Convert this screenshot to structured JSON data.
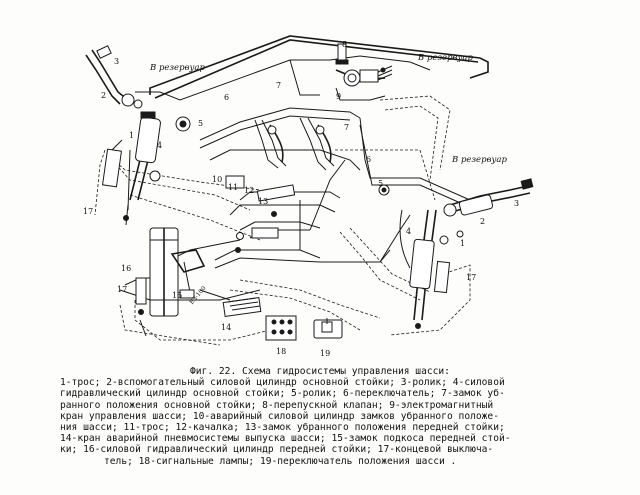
{
  "diagram": {
    "reservoir_labels": [
      "В резервуар",
      "В резервуар",
      "В резервуар"
    ],
    "callouts": [
      "1",
      "2",
      "3",
      "4",
      "5",
      "6",
      "7",
      "8",
      "9",
      "10",
      "11",
      "12",
      "13",
      "14",
      "15",
      "16",
      "17",
      "18",
      "19",
      "1",
      "2",
      "3",
      "4",
      "5",
      "6",
      "7",
      "17",
      "17"
    ],
    "stamp_text": "ЕЗ-100"
  },
  "caption": {
    "title": "Фиг. 22. Схема гидросистемы управления шасси:",
    "lines": [
      "1-трос; 2-вспомогательный силовой цилиндр основной стойки; 3-ролик; 4-силовой",
      "гидравлический цилиндр основной стойки; 5-ролик; 6-переключатель; 7-замок уб-",
      "ранного положения основной стойки; 8-перепускной клапан; 9-электромагнитный",
      "кран управления шасси; 10-аварийный силовой цилиндр замков убранного положе-",
      "ния шасси; 11-трос; 12-качалка; 13-замок убранного положения передней стойки;",
      "14-кран аварийной пневмосистемы выпуска шасси; 15-замок подкоса передней стой-",
      "ки;  16-силовой гидравлический цилиндр передней стойки; 17-концевой выключа-",
      "тель; 18-сигнальные лампы; 19-переключатель положения  шасси ."
    ]
  }
}
